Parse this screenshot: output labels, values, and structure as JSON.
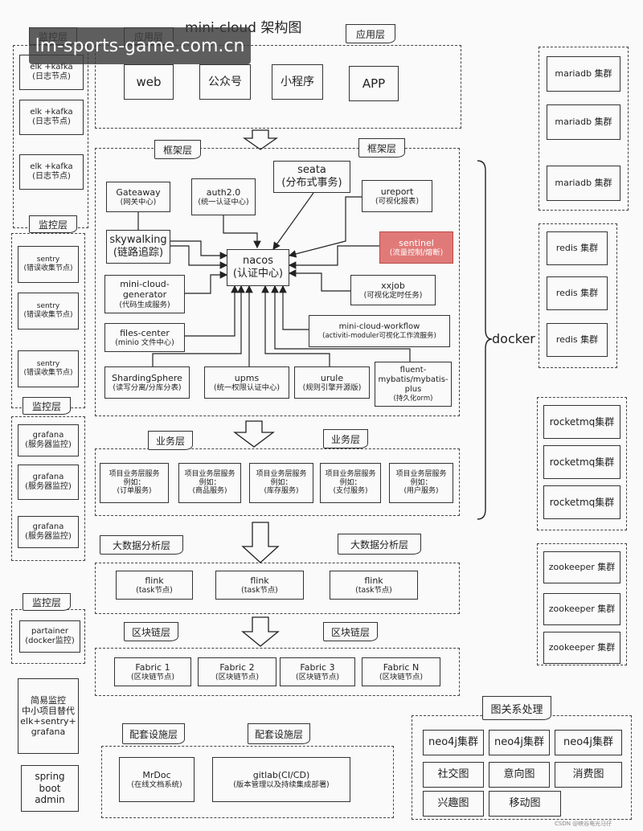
{
  "title": "mini-cloud 架构图",
  "watermark": "lm-sports-game.com.cn",
  "credit": "CSDN @峡谷电光马仔",
  "docker_label": "docker",
  "tags": {
    "monitor": "监控层",
    "app": "应用层",
    "framework": "框架层",
    "business": "业务层",
    "bigdata": "大数据分析层",
    "blockchain": "区块链层",
    "infra": "配套设施层",
    "graph": "图关系处理"
  },
  "app_layer": [
    "web",
    "公众号",
    "小程序",
    "APP"
  ],
  "framework": {
    "nacos": {
      "name": "nacos",
      "desc": "(认证中心)"
    },
    "gateway": {
      "name": "Gateaway",
      "desc": "(网关中心)"
    },
    "auth": {
      "name": "auth2.0",
      "desc": "(统一认证中心)"
    },
    "seata": {
      "name": "seata",
      "desc": "(分布式事务)"
    },
    "ureport": {
      "name": "ureport",
      "desc": "(可视化报表)"
    },
    "skywalking": {
      "name": "skywalking",
      "desc": "(链路追踪)"
    },
    "sentinel": {
      "name": "sentinel",
      "desc": "(流量控制/熔断)"
    },
    "generator": {
      "name": "mini-cloud-\ngenerator",
      "desc": "(代码生成服务)"
    },
    "xxjob": {
      "name": "xxjob",
      "desc": "(可视化定时任务)"
    },
    "files": {
      "name": "files-center",
      "desc": "(minio 文件中心)"
    },
    "workflow": {
      "name": "mini-cloud-workflow",
      "desc": "(activiti-moduler可视化工作流服务)"
    },
    "sharding": {
      "name": "ShardingSphere",
      "desc": "(读写分离/分库分表)"
    },
    "upms": {
      "name": "upms",
      "desc": "(统一权限认证中心)"
    },
    "urule": {
      "name": "urule",
      "desc": "(规则引擎开源版)"
    },
    "fluent": {
      "name": "fluent-\nmybatis/mybatis-\nplus",
      "desc": "(持久化orm)"
    }
  },
  "business": [
    {
      "name": "项目业务层服务",
      "ex": "例如：",
      "desc": "(订单服务)"
    },
    {
      "name": "项目业务层服务",
      "ex": "例如：",
      "desc": "(商品服务)"
    },
    {
      "name": "项目业务层服务",
      "ex": "例如：",
      "desc": "(库存服务)"
    },
    {
      "name": "项目业务层服务",
      "ex": "例如：",
      "desc": "(支付服务)"
    },
    {
      "name": "项目业务层服务",
      "ex": "例如：",
      "desc": "(用户服务)"
    }
  ],
  "bigdata": [
    {
      "name": "flink",
      "desc": "(task节点)"
    },
    {
      "name": "flink",
      "desc": "(task节点)"
    },
    {
      "name": "flink",
      "desc": "(task节点)"
    }
  ],
  "blockchain": [
    {
      "name": "Fabric 1",
      "desc": "(区块链节点)"
    },
    {
      "name": "Fabric 2",
      "desc": "(区块链节点)"
    },
    {
      "name": "Fabric 3",
      "desc": "(区块链节点)"
    },
    {
      "name": "Fabric N",
      "desc": "(区块链节点)"
    }
  ],
  "infra": [
    {
      "name": "MrDoc",
      "desc": "(在线文档系统)"
    },
    {
      "name": "gitlab(CI/CD)",
      "desc": "(版本管理以及持续集成部署)"
    }
  ],
  "monitor_left": {
    "elk": [
      {
        "name": "elk +kafka",
        "desc": "(日志节点)"
      },
      {
        "name": "elk +kafka",
        "desc": "(日志节点)"
      },
      {
        "name": "elk +kafka",
        "desc": "(日志节点)"
      }
    ],
    "sentry": [
      {
        "name": "sentry",
        "desc": "(错误收集节点)"
      },
      {
        "name": "sentry",
        "desc": "(错误收集节点)"
      },
      {
        "name": "sentry",
        "desc": "(错误收集节点)"
      }
    ],
    "grafana": [
      {
        "name": "grafana",
        "desc": "(服务器监控)"
      },
      {
        "name": "grafana",
        "desc": "(服务器监控)"
      },
      {
        "name": "grafana",
        "desc": "(服务器监控)"
      }
    ],
    "portainer": {
      "name": "partainer",
      "desc": "(docker监控)"
    },
    "simple": "简易监控\n中小项目替代\nelk+sentry+\ngrafana",
    "spring_admin": "spring\nboot\nadmin"
  },
  "right_clusters": {
    "mariadb": [
      "mariadb 集群",
      "mariadb 集群",
      "mariadb 集群"
    ],
    "redis": [
      "redis 集群",
      "redis 集群",
      "redis 集群"
    ],
    "rocketmq": [
      "rocketmq集群",
      "rocketmq集群",
      "rocketmq集群"
    ],
    "zookeeper": [
      "zookeeper 集群",
      "zookeeper 集群",
      "zookeeper 集群"
    ]
  },
  "graph": {
    "neo4j": [
      "neo4j集群",
      "neo4j集群",
      "neo4j集群"
    ],
    "uses": [
      "社交图",
      "意向图",
      "消费图",
      "兴趣图",
      "移动图"
    ]
  }
}
